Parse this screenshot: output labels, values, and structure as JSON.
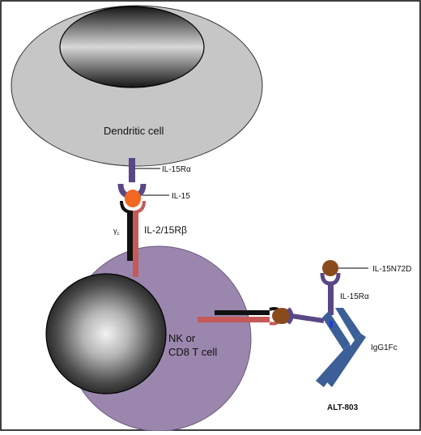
{
  "labels": {
    "dendritic_cell": "Dendritic cell",
    "il15ra_top": "IL-15Rα",
    "il15": "IL-15",
    "gamma_c": "γc",
    "il2_15rb": "IL-2/15Rβ",
    "nk_line1": "NK or",
    "nk_line2": "CD8 T cell",
    "il15n72d": "IL-15N72D",
    "il15ra_right": "IL-15Rα",
    "igg1fc": "IgG1Fc",
    "alt803": "ALT-803"
  },
  "colors": {
    "dendritic_fill": "#c6c6c6",
    "nk_fill": "#9b87ad",
    "receptor_purple": "#5a4785",
    "il15_orange": "#f26722",
    "il15_brown": "#8b4a1c",
    "il2rb_red": "#c55a58",
    "gamma_black": "#111111",
    "igg_blue": "#3b5f96",
    "linker_blue": "#1f3bd6"
  }
}
